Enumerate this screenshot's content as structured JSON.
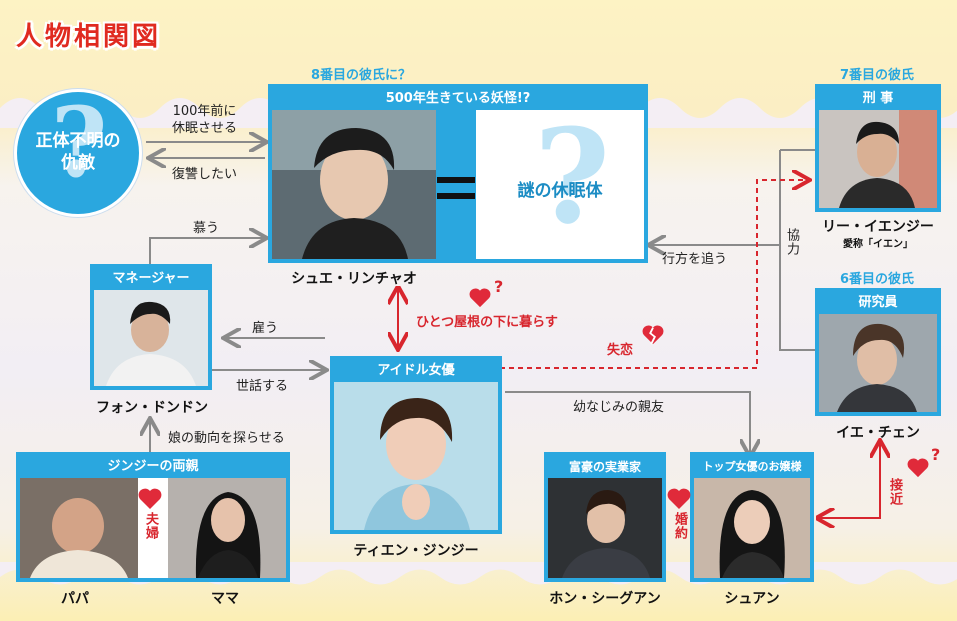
{
  "title": "人物相関図",
  "unknown_enemy": {
    "label_line1": "正体不明の",
    "label_line2": "仇敵"
  },
  "main_character": {
    "top_label": "8番目の彼氏に？",
    "header": "500年生きている妖怪!?",
    "name": "シュエ・リンチャオ"
  },
  "mystery_body": {
    "label": "謎の休眠体"
  },
  "boyfriend7": {
    "top_label": "7番目の彼氏",
    "header": "刑 事",
    "name": "リー・イエンジー",
    "nickname": "愛称「イエン」"
  },
  "boyfriend6": {
    "top_label": "6番目の彼氏",
    "header": "研究員",
    "name": "イエ・チェン"
  },
  "manager": {
    "header": "マネージャー",
    "name": "フォン・ドンドン"
  },
  "idol": {
    "header": "アイドル女優",
    "name": "ティエン・ジンジー"
  },
  "parents": {
    "header": "ジンジーの両親",
    "papa": "パパ",
    "mama": "ママ",
    "couple_label": "夫婦"
  },
  "tycoon": {
    "header": "富豪の実業家",
    "name": "ホン・シーグアン"
  },
  "heiress": {
    "header": "トップ女優のお嬢様",
    "name": "シュアン"
  },
  "engaged_label": "婚約",
  "relations": {
    "slept_100_line1": "100年前に",
    "slept_100_line2": "休眠させる",
    "revenge": "復讐したい",
    "admire": "慕う",
    "hire": "雇う",
    "care": "世話する",
    "monitor": "娘の動向を探らせる",
    "live_together": "ひとつ屋根の下に暮らす",
    "heartbreak": "失恋",
    "track": "行方を追う",
    "cooperate": "協力",
    "childhood_friend": "幼なじみの親友",
    "approach": "接近"
  },
  "colors": {
    "accent_blue": "#2aa7df",
    "red": "#d8262e",
    "arrow_gray": "#8a8a8a"
  }
}
